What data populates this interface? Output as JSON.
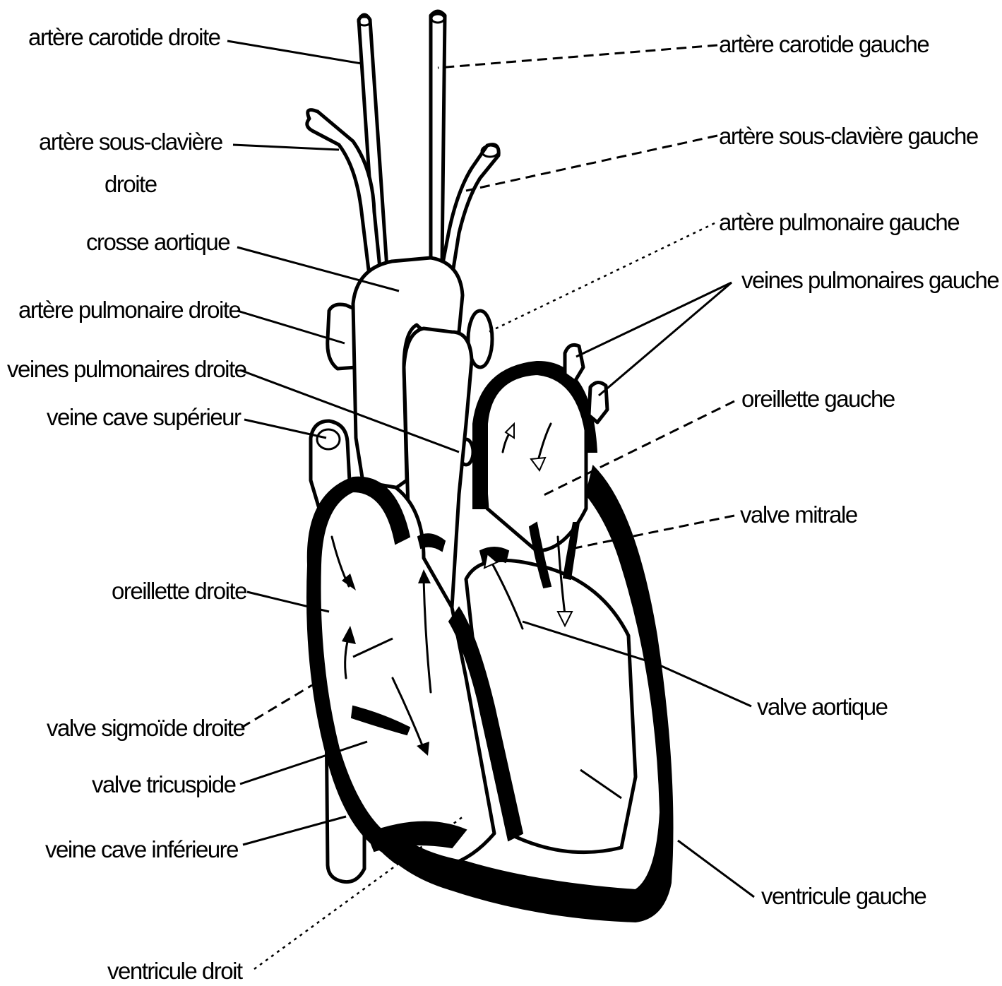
{
  "labels": {
    "carotide_droite": "artère carotide droite",
    "carotide_gauche": "artère carotide gauche",
    "sous_claviere_droite_1": "artère sous-clavière",
    "sous_claviere_droite_2": "droite",
    "sous_claviere_gauche": "artère sous-clavière gauche",
    "crosse_aortique": "crosse aortique",
    "pulmonaire_gauche": "artère pulmonaire gauche",
    "veines_pulmonaires_gauche": "veines pulmonaires gauche",
    "pulmonaire_droite": "artère pulmonaire droite",
    "veines_pulmonaires_droite": "veines pulmonaires droite",
    "oreillette_gauche": "oreillette gauche",
    "veine_cave_superieur": "veine cave supérieur",
    "valve_mitrale": "valve mitrale",
    "oreillette_droite": "oreillette droite",
    "valve_aortique": "valve aortique",
    "valve_sigmoide_droite": "valve sigmoïde droite",
    "valve_tricuspide": "valve tricuspide",
    "veine_cave_inferieure": "veine cave inférieure",
    "ventricule_gauche": "ventricule gauche",
    "ventricule_droit": "ventricule droit"
  }
}
